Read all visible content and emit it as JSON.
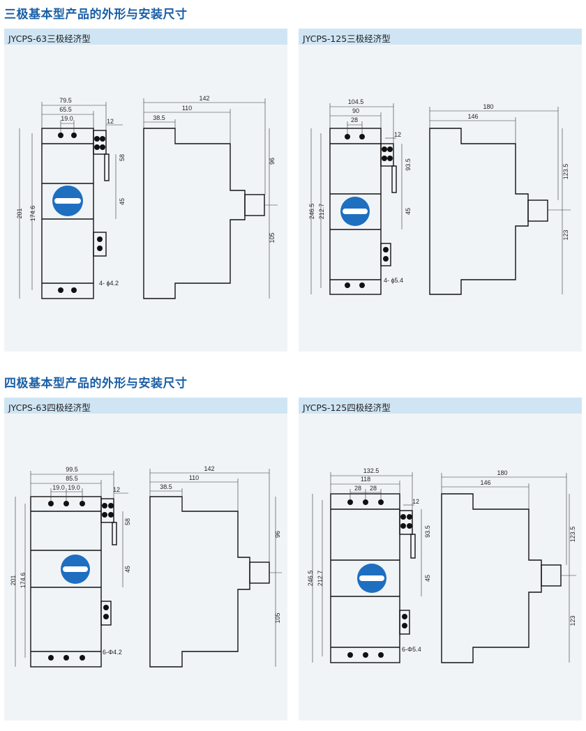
{
  "sections": [
    {
      "title": "三极基本型产品的外形与安装尺寸"
    },
    {
      "title": "四极基本型产品的外形与安装尺寸"
    }
  ],
  "panels": [
    {
      "label": "JYCPS-63三极经济型",
      "dims": {
        "w_total": "79.5",
        "w_mid": "65.5",
        "pitch": "19.0",
        "term": "12",
        "h1": "58",
        "h2": "45",
        "h_out": "201",
        "h_in": "174.6",
        "mount": "4- ϕ4.2",
        "d_total": "142",
        "d_mid": "110",
        "d_front": "38.5",
        "d_up": "96",
        "d_down": "105"
      }
    },
    {
      "label": "JYCPS-125三极经济型",
      "dims": {
        "w_total": "104.5",
        "w_mid": "90",
        "pitch": "28",
        "term": "12",
        "h1": "93.5",
        "h2": "45",
        "h_out": "246.5",
        "h_in": "212.7",
        "mount": "4- ϕ5.4",
        "d_total": "180",
        "d_mid": "146",
        "d_up": "123.5",
        "d_down": "123"
      }
    },
    {
      "label": "JYCPS-63四极经济型",
      "dims": {
        "w_total": "99.5",
        "w_mid": "85.5",
        "pitch1": "19.0",
        "pitch2": "19.0",
        "term": "12",
        "h1": "58",
        "h2": "45",
        "h_out": "201",
        "h_in": "174.6",
        "mount": "6-Φ4.2",
        "d_total": "142",
        "d_mid": "110",
        "d_front": "38.5",
        "d_up": "96",
        "d_down": "105"
      }
    },
    {
      "label": "JYCPS-125四极经济型",
      "dims": {
        "w_total": "132.5",
        "w_mid": "118",
        "pitch1": "28",
        "pitch2": "28",
        "term": "12",
        "h1": "93.5",
        "h2": "45",
        "h_out": "246.5",
        "h_in": "212.7",
        "mount": "6-Φ5.4",
        "d_total": "180",
        "d_mid": "146",
        "d_up": "123.5",
        "d_down": "123"
      }
    }
  ],
  "colors": {
    "accent": "#1a5fa6",
    "panel_bg": "#f1f4f7",
    "header_bg": "#cfe5f4",
    "knob": "#1e6fc0"
  }
}
